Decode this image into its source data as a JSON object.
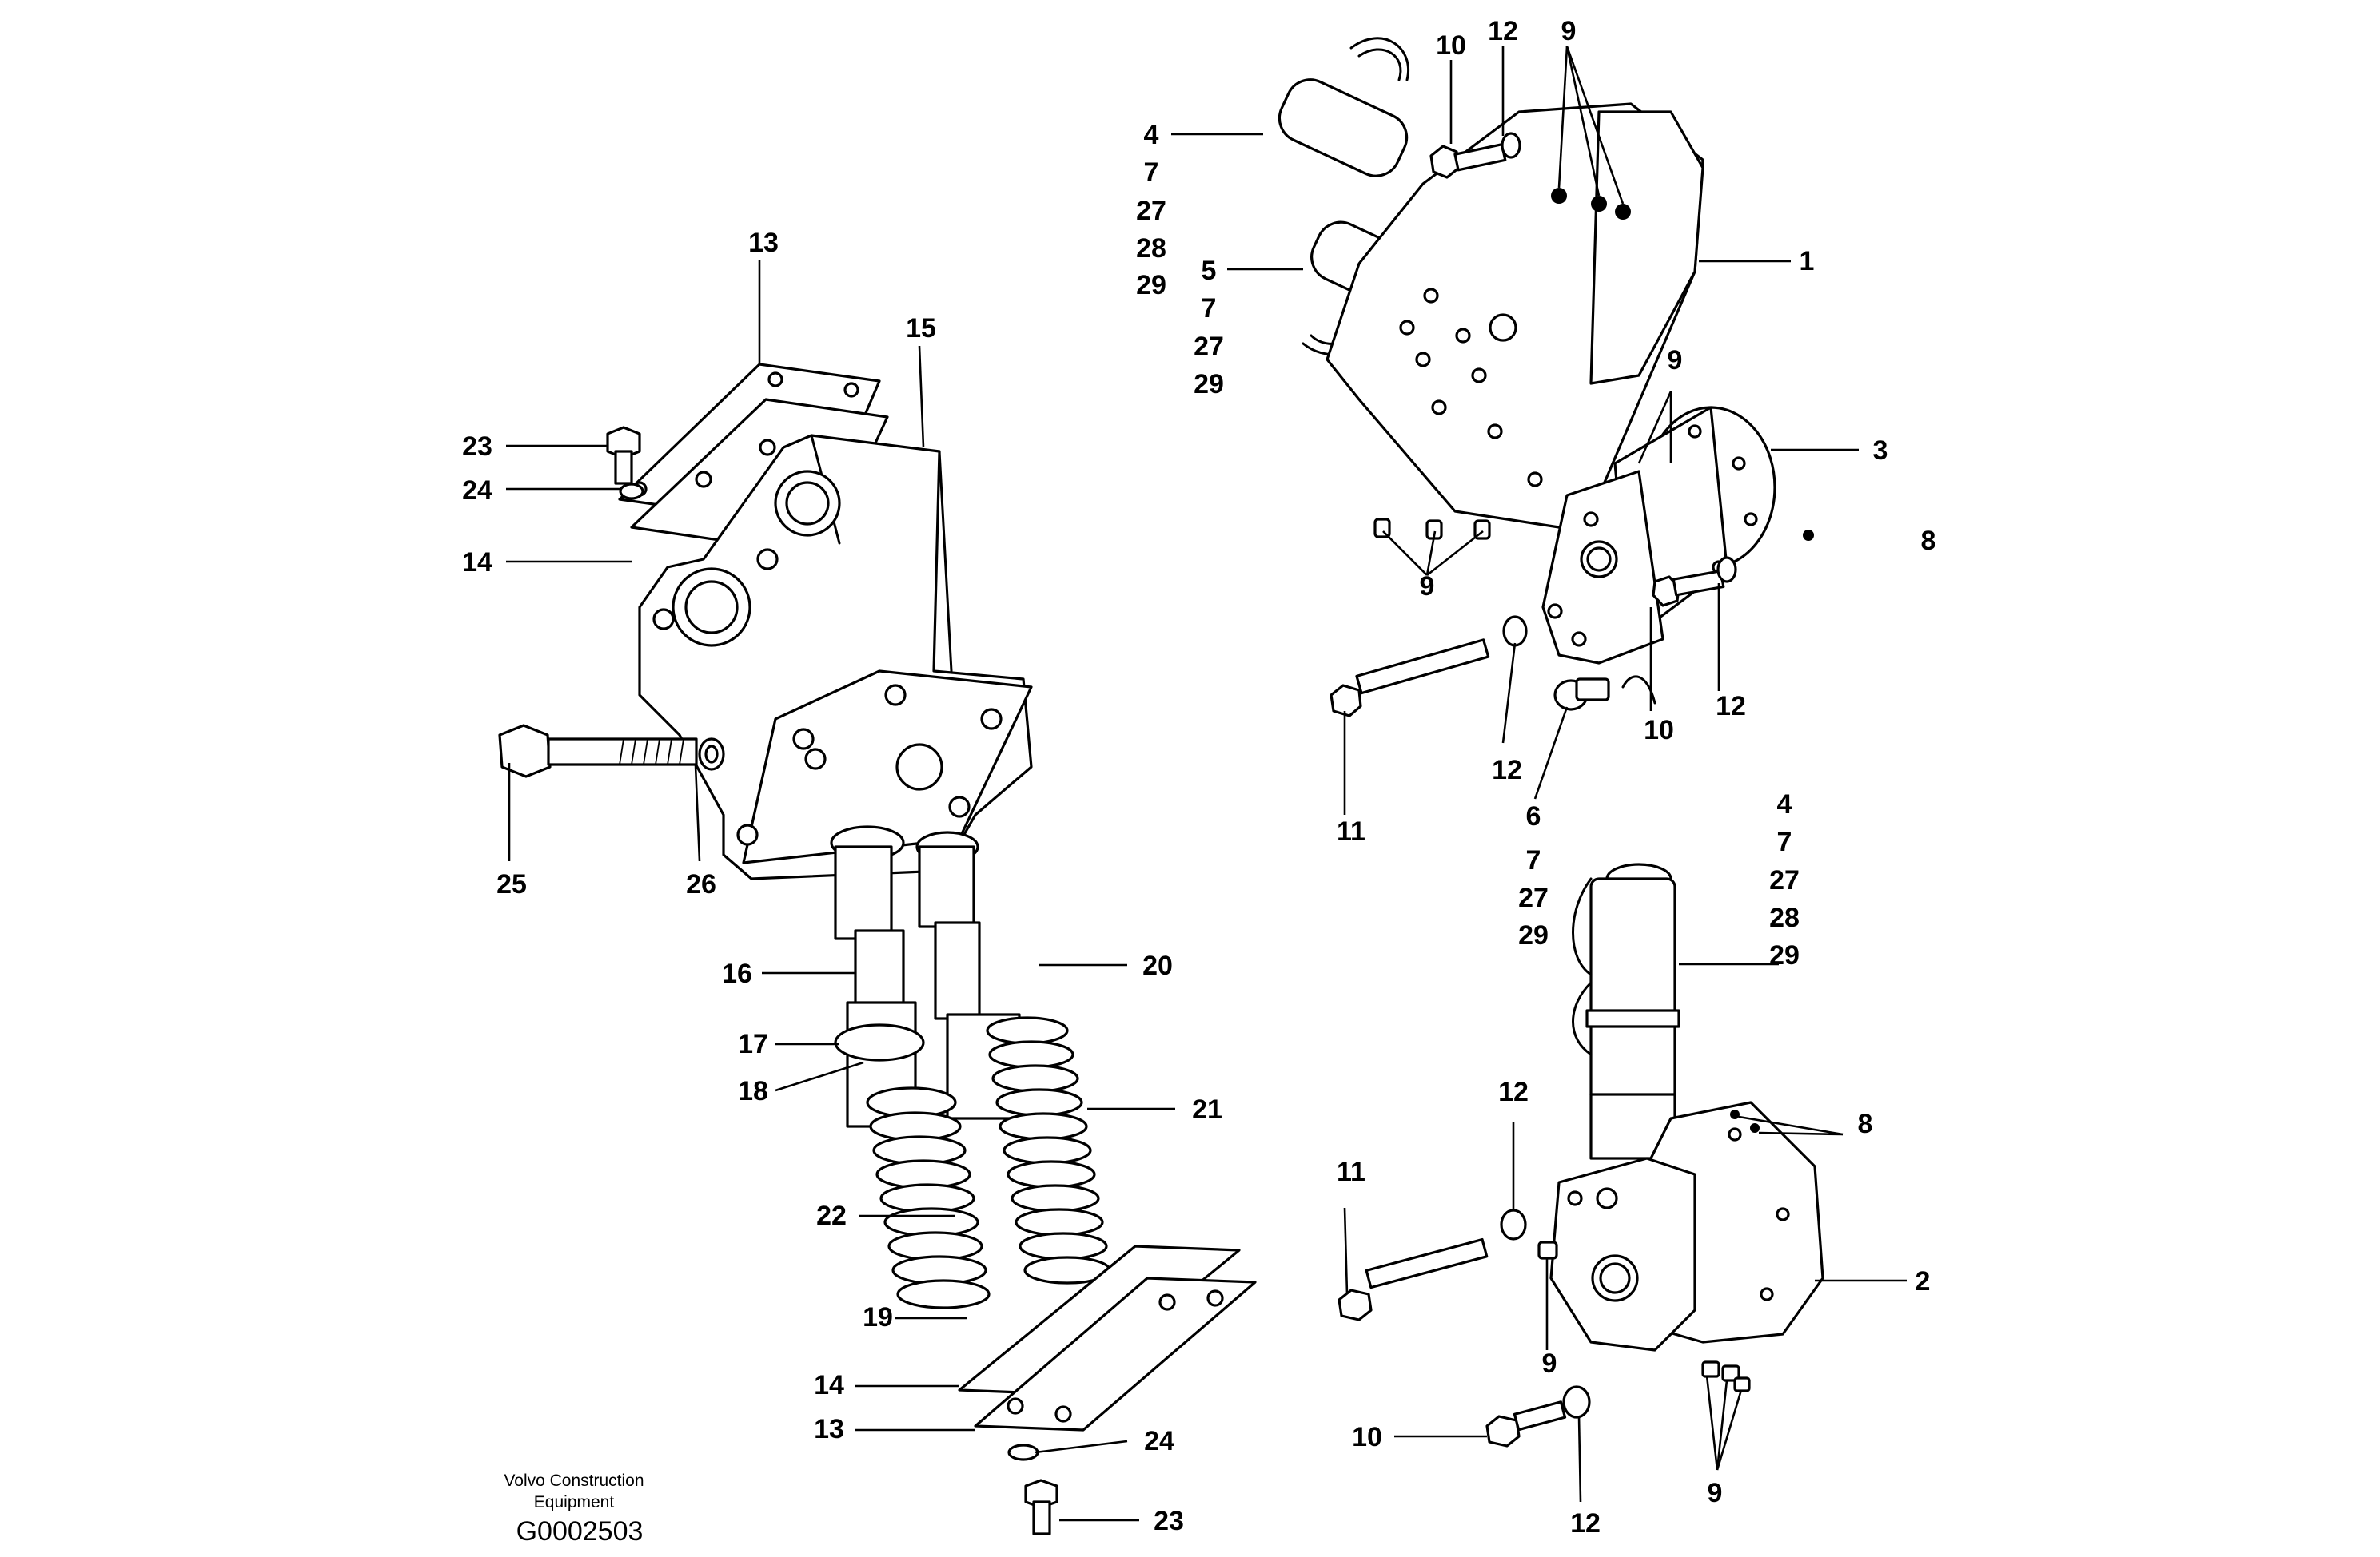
{
  "labels": {
    "p1": "1",
    "p2": "2",
    "p3": "3",
    "p4a": "4",
    "p7a": "7",
    "p27a": "27",
    "p28a": "28",
    "p29a": "29",
    "p5": "5",
    "p7b": "7",
    "p27b": "27",
    "p29b": "29",
    "p10a": "10",
    "p12a": "12",
    "p9a": "9",
    "p9b": "9",
    "p9c": "9",
    "p8a": "8",
    "p12b": "12",
    "p12c": "12",
    "p10b": "10",
    "p11a": "11",
    "p6": "6",
    "p4c": "4",
    "p7c": "7",
    "p27c": "27",
    "p28c": "28",
    "p29c": "29",
    "p7d": "7",
    "p27d": "27",
    "p29d": "29",
    "p12d": "12",
    "p8b": "8",
    "p11b": "11",
    "p9d": "9",
    "p9e": "9",
    "p10c": "10",
    "p12e": "12",
    "p13a": "13",
    "p15": "15",
    "p23a": "23",
    "p24a": "24",
    "p14a": "14",
    "p25": "25",
    "p26": "26",
    "p16": "16",
    "p20": "20",
    "p17": "17",
    "p18": "18",
    "p21": "21",
    "p22": "22",
    "p19": "19",
    "p14b": "14",
    "p13b": "13",
    "p24b": "24",
    "p23b": "23"
  },
  "footer": {
    "company_line1": "Volvo Construction",
    "company_line2": "Equipment",
    "drawing_id": "G0002503"
  }
}
